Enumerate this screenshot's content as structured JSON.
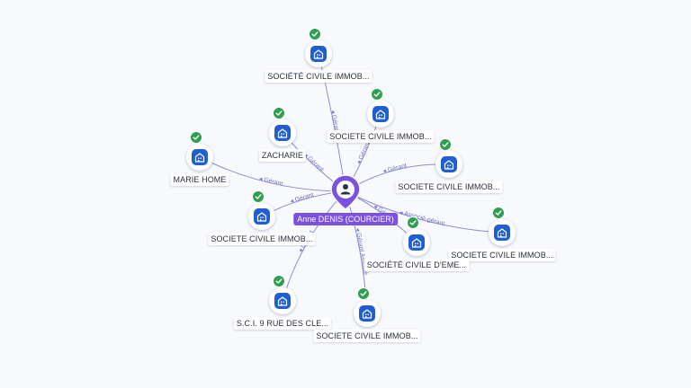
{
  "graph": {
    "center": {
      "label": "Anne DENIS (COURCIER)",
      "icon": "person-icon",
      "color": "#7b52e0"
    },
    "nodes": [
      {
        "id": "n1",
        "label": "SOCIÉTÉ CIVILE IMMOB...",
        "icon": "building-icon",
        "verified": true
      },
      {
        "id": "n2",
        "label": "SOCIETE CIVILE IMMOB...",
        "icon": "building-icon",
        "verified": true
      },
      {
        "id": "n3",
        "label": "ZACHARIE",
        "icon": "building-icon",
        "verified": true
      },
      {
        "id": "n4",
        "label": "MARIE HOME",
        "icon": "building-icon",
        "verified": true
      },
      {
        "id": "n5",
        "label": "SOCIETE CIVILE IMMOB...",
        "icon": "building-icon",
        "verified": true
      },
      {
        "id": "n6",
        "label": "SOCIETE CIVILE IMMOB...",
        "icon": "building-icon",
        "verified": true
      },
      {
        "id": "n7",
        "label": "SOCIETE CIVILE IMMOB...",
        "icon": "building-icon",
        "verified": true
      },
      {
        "id": "n8",
        "label": "SOCIÉTÉ CIVILE D'EME...",
        "icon": "building-icon",
        "verified": true
      },
      {
        "id": "n9",
        "label": "S.C.I. 9 RUE DES CLE...",
        "icon": "building-icon",
        "verified": true
      },
      {
        "id": "n10",
        "label": "SOCIETE CIVILE IMMOB...",
        "icon": "building-icon",
        "verified": true
      }
    ],
    "edges": [
      {
        "to": "n1",
        "label": "Gérant"
      },
      {
        "to": "n2",
        "label": "Gérant"
      },
      {
        "to": "n3",
        "label": "Gérant"
      },
      {
        "to": "n4",
        "label": "Gérant"
      },
      {
        "to": "n5",
        "label": "Gérant"
      },
      {
        "to": "n6",
        "label": "Gérant"
      },
      {
        "to": "n7",
        "label": "Associé-gérant"
      },
      {
        "to": "n8",
        "label": "Gérant"
      },
      {
        "to": "n9",
        "label": "Gérant"
      },
      {
        "to": "n10",
        "label": "Gérant Associé"
      }
    ],
    "colors": {
      "edge": "#8c8fd0",
      "node_icon": "#1f5fd1",
      "verified": "#2e9e4f"
    }
  }
}
